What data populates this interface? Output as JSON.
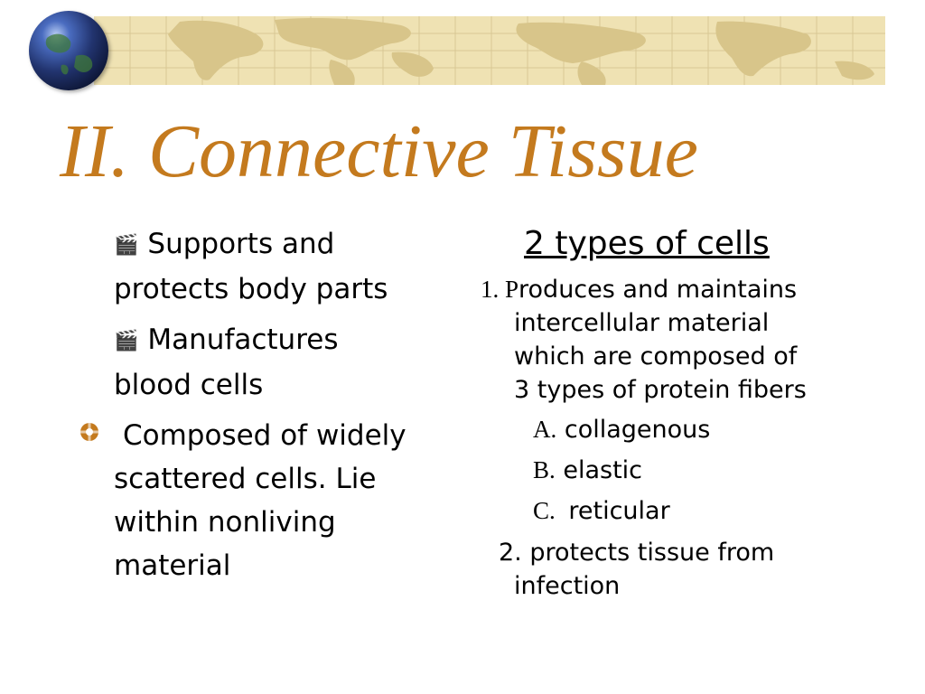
{
  "title": "II. Connective Tissue",
  "left": {
    "items": [
      {
        "icon": "clapperboard-icon",
        "line1": "Supports and",
        "line2": "protects body parts"
      },
      {
        "icon": "clapperboard-icon",
        "line1": "Manufactures",
        "line2": "blood cells"
      },
      {
        "icon": "gear-bullet-icon",
        "line1": "Composed of widely",
        "line2": "scattered cells. Lie",
        "line3": "within nonliving",
        "line4": "material"
      }
    ]
  },
  "right": {
    "heading": "2 types of cells",
    "item1": {
      "number": "1. ",
      "first_letter": "P",
      "line1": "roduces and maintains",
      "line2": "intercellular material",
      "line3": "which are composed of",
      "line4": "3 types of protein fibers"
    },
    "subitems": [
      {
        "label": "A.",
        "text": "collagenous"
      },
      {
        "label": "B.",
        "text": "elastic"
      },
      {
        "label": "C.",
        "text": "reticular"
      }
    ],
    "item2": {
      "line1": "2. protects tissue from",
      "line2": "infection"
    }
  },
  "colors": {
    "title": "#c47a1e",
    "banner": "#efe2b3",
    "bullet": "#c47a1e"
  }
}
